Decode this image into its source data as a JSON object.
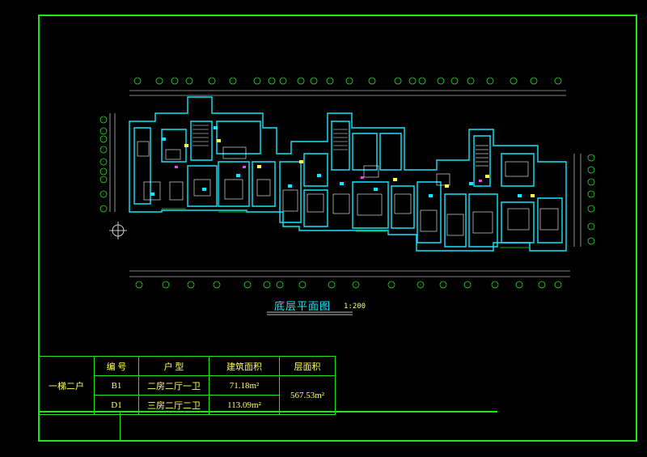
{
  "drawing": {
    "title": "底层平面图",
    "scale": "1:200"
  },
  "table": {
    "group_label": "一梯二户",
    "headers": {
      "code": "编 号",
      "type": "户 型",
      "area": "建筑面积",
      "floor_area": "层面积"
    },
    "rows": [
      {
        "code": "B1",
        "type": "二房二厅一卫",
        "area": "71.18m²"
      },
      {
        "code": "D1",
        "type": "三房二厅二卫",
        "area": "113.09m²"
      }
    ],
    "floor_area": "567.53m²"
  },
  "colors": {
    "frame": "#1ee51e",
    "walls": "#14e6ff",
    "text": "#ffff55",
    "furniture": "#ffffff",
    "fixtures": "#ff3bff"
  }
}
